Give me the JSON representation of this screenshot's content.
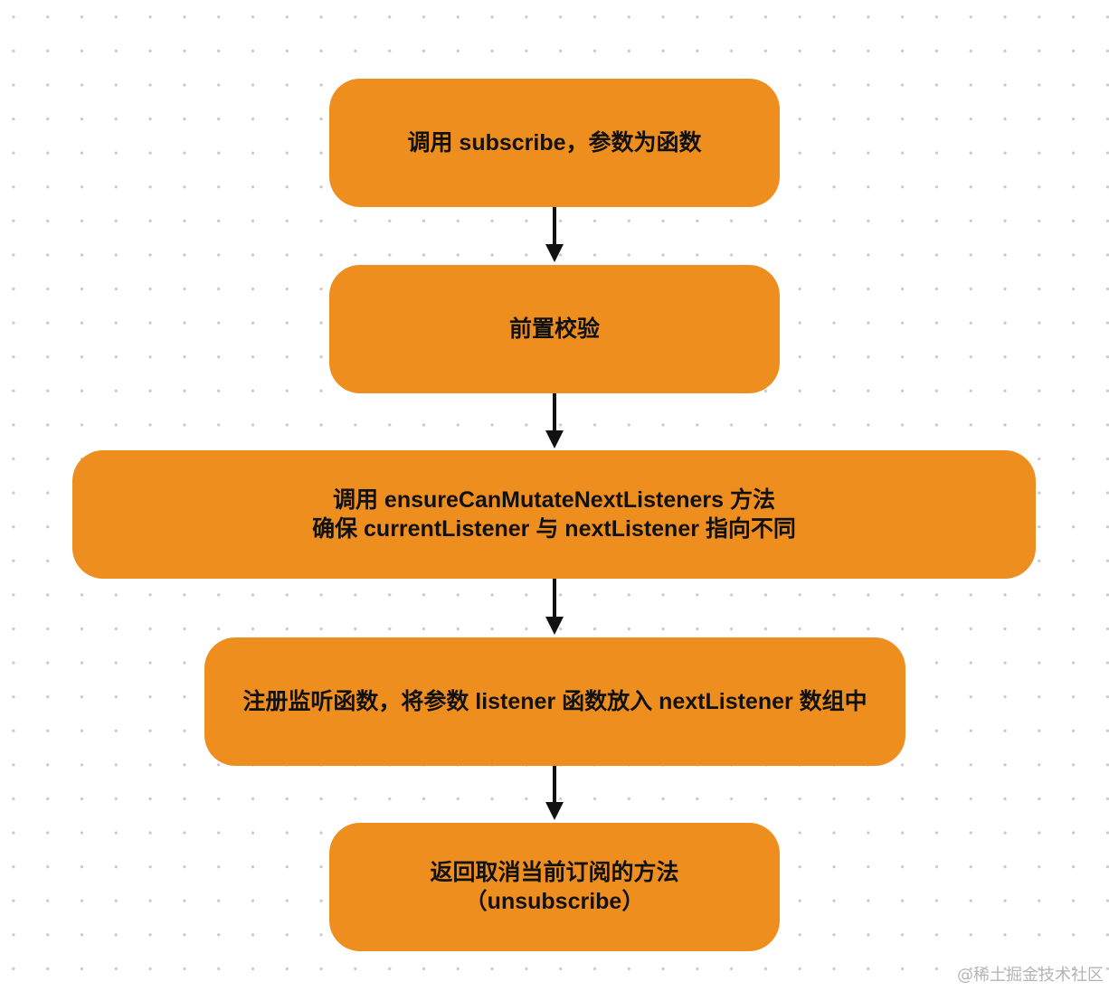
{
  "flowchart": {
    "nodes": [
      {
        "id": "n1",
        "lines": [
          "调用 subscribe，参数为函数"
        ]
      },
      {
        "id": "n2",
        "lines": [
          "前置校验"
        ]
      },
      {
        "id": "n3",
        "lines": [
          "调用 ensureCanMutateNextListeners 方法",
          "确保 currentListener 与 nextListener 指向不同"
        ]
      },
      {
        "id": "n4",
        "lines": [
          "注册监听函数，将参数 listener 函数放入 nextListener 数组中"
        ]
      },
      {
        "id": "n5",
        "lines": [
          "返回取消当前订阅的方法",
          "（unsubscribe）"
        ]
      }
    ],
    "edges": [
      {
        "from": "n1",
        "to": "n2"
      },
      {
        "from": "n2",
        "to": "n3"
      },
      {
        "from": "n3",
        "to": "n4"
      },
      {
        "from": "n4",
        "to": "n5"
      }
    ]
  },
  "colors": {
    "node_fill": "#ee8e1f",
    "arrow": "#111111",
    "grid_dot": "#c9c9c9"
  },
  "watermark": "@稀土掘金技术社区"
}
